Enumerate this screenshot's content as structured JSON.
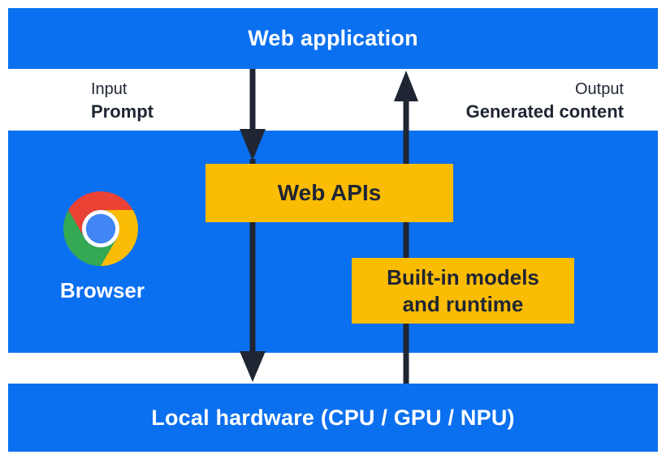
{
  "colors": {
    "band_blue": "#0b70f0",
    "box_yellow": "#fbbc04",
    "arrow_dark": "#1f2533",
    "text_dark": "#1f2533",
    "white": "#ffffff",
    "chrome_red": "#ea4335",
    "chrome_green": "#34a853",
    "chrome_yellow": "#fbbc05",
    "chrome_blue": "#4285f4"
  },
  "bands": {
    "web_application": {
      "label": "Web application"
    },
    "browser": {
      "label": "Browser"
    },
    "local_hardware": {
      "label": "Local hardware (CPU / GPU / NPU)"
    }
  },
  "io_labels": {
    "input": {
      "title": "Input",
      "value": "Prompt"
    },
    "output": {
      "title": "Output",
      "value": "Generated content"
    }
  },
  "boxes": {
    "web_apis": {
      "label": "Web APIs"
    },
    "builtin_models": {
      "label": "Built-in models and runtime",
      "lines": [
        "Built-in models",
        "and runtime"
      ]
    }
  },
  "icons": {
    "chrome": "chrome-browser-logo",
    "down_arrow": "input-flow-down-arrow",
    "up_arrow": "output-flow-up-arrow"
  }
}
